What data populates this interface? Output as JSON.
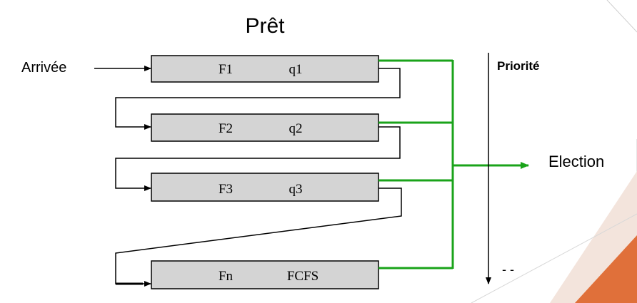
{
  "title": "Prêt",
  "arrival_label": "Arrivée",
  "priority_label": "Priorité",
  "election_label": "Election",
  "ellipsis": "- -",
  "queues": [
    {
      "name": "F1",
      "quantum": "q1"
    },
    {
      "name": "F2",
      "quantum": "q2"
    },
    {
      "name": "F3",
      "quantum": "q3"
    },
    {
      "name": "Fn",
      "quantum": "FCFS"
    }
  ],
  "colors": {
    "queue_fill": "#d4d4d4",
    "link_green": "#1aa31a",
    "accent_orange": "#e0703a"
  }
}
